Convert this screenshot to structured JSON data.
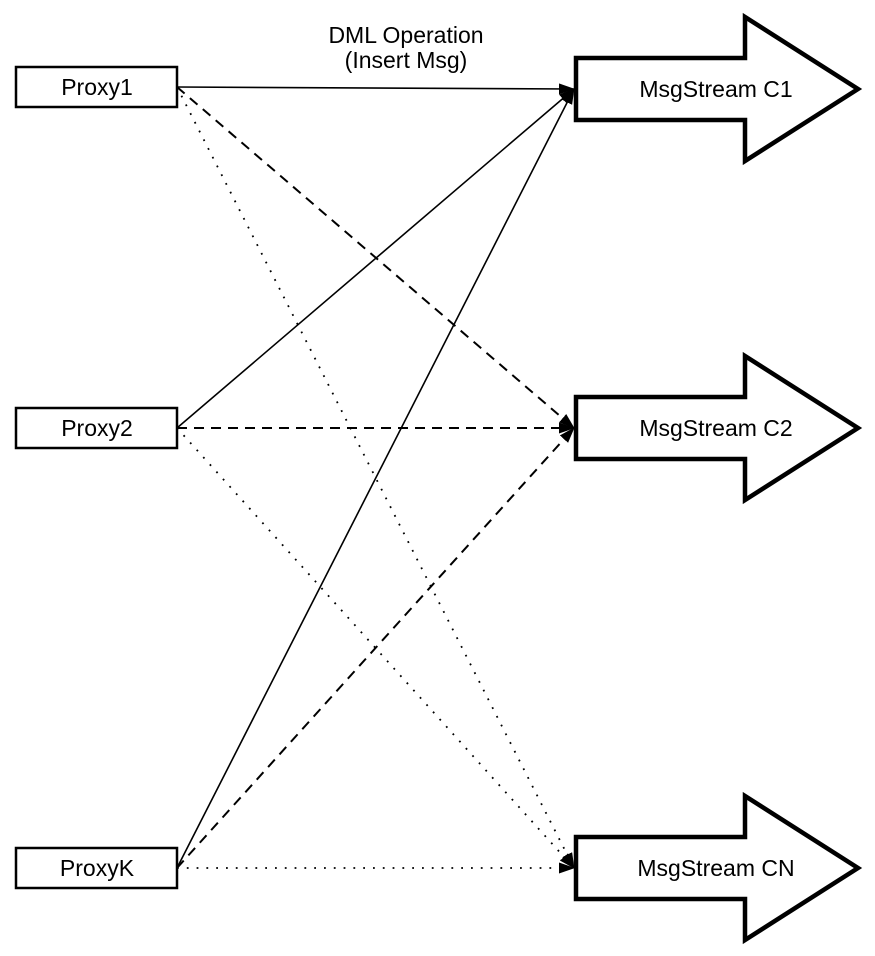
{
  "title": {
    "line1": "DML Operation",
    "line2": "(Insert Msg)"
  },
  "nodes": {
    "proxies": [
      {
        "id": "proxy1",
        "label": "Proxy1"
      },
      {
        "id": "proxy2",
        "label": "Proxy2"
      },
      {
        "id": "proxyk",
        "label": "ProxyK"
      }
    ],
    "streams": [
      {
        "id": "c1",
        "label": "MsgStream C1"
      },
      {
        "id": "c2",
        "label": "MsgStream C2"
      },
      {
        "id": "cn",
        "label": "MsgStream CN"
      }
    ]
  },
  "edges": [
    {
      "from": "proxy1",
      "to": "c1",
      "style": "solid"
    },
    {
      "from": "proxy2",
      "to": "c1",
      "style": "solid"
    },
    {
      "from": "proxyk",
      "to": "c1",
      "style": "solid"
    },
    {
      "from": "proxy1",
      "to": "c2",
      "style": "dashed"
    },
    {
      "from": "proxy2",
      "to": "c2",
      "style": "dashed"
    },
    {
      "from": "proxyk",
      "to": "c2",
      "style": "dashed"
    },
    {
      "from": "proxy1",
      "to": "cn",
      "style": "dotted"
    },
    {
      "from": "proxy2",
      "to": "cn",
      "style": "dotted"
    },
    {
      "from": "proxyk",
      "to": "cn",
      "style": "dotted"
    }
  ],
  "colors": {
    "ink": "#000000",
    "paper": "#ffffff"
  }
}
